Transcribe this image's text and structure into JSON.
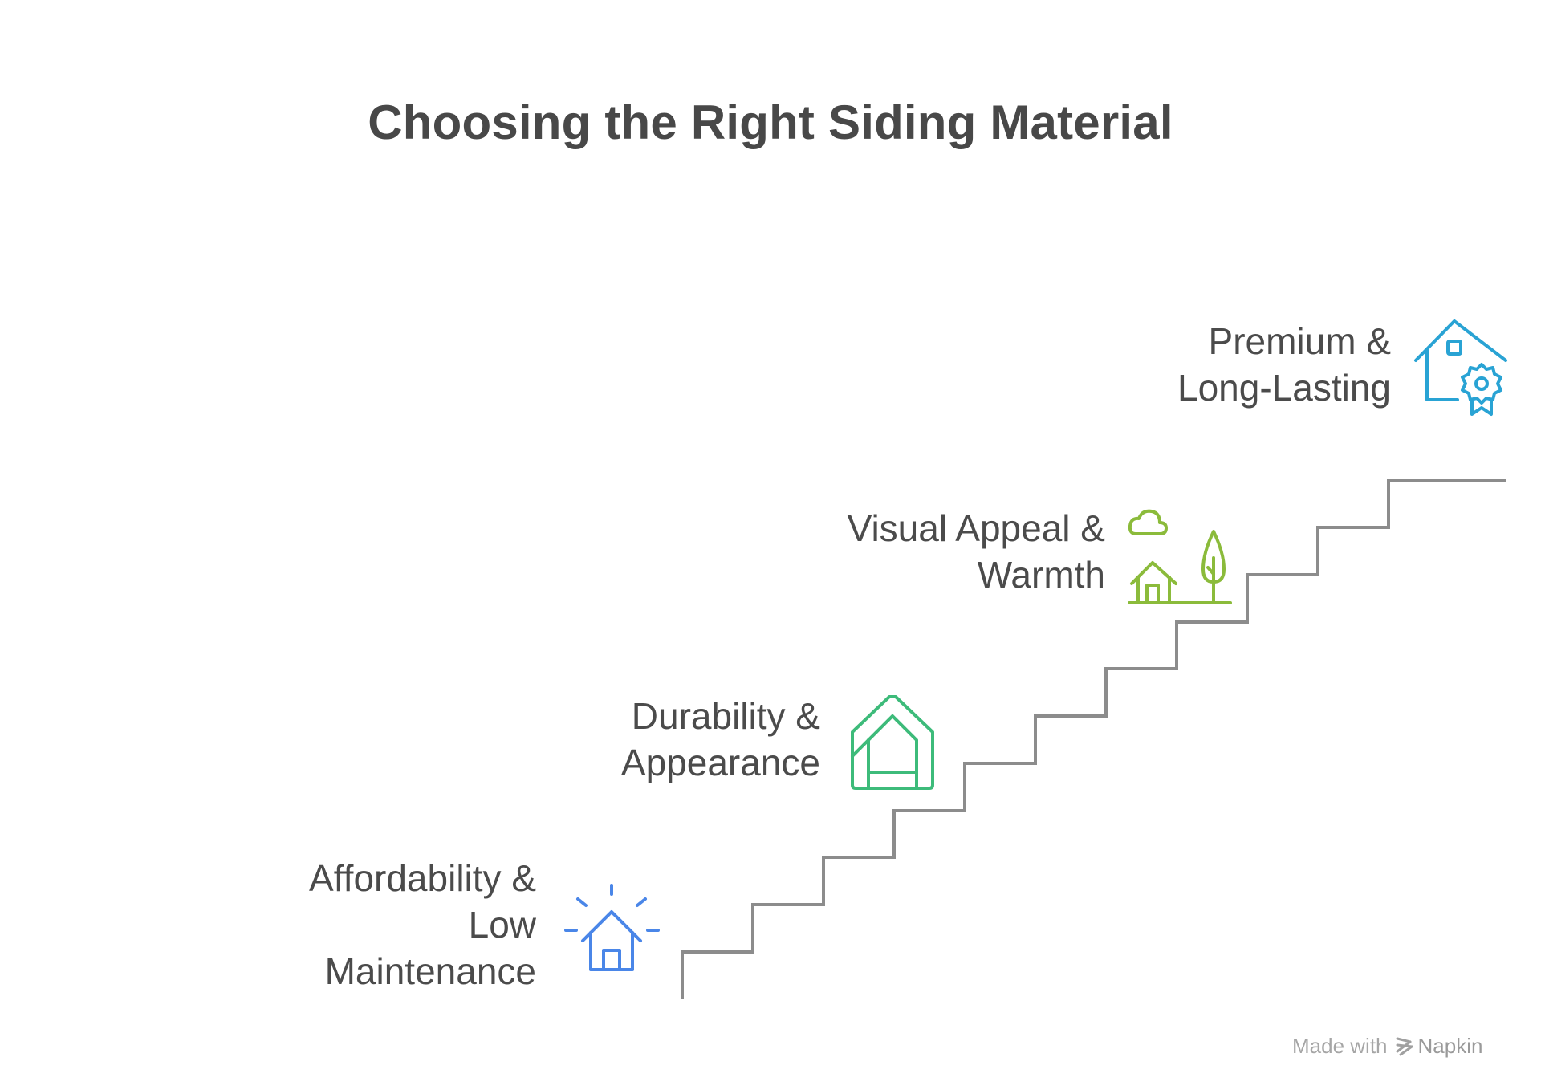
{
  "title": "Choosing the Right Siding Material",
  "steps": [
    {
      "lines": [
        "Affordability &",
        "Low",
        "Maintenance"
      ],
      "icon": "house-sun-icon",
      "color": "#4a86e8"
    },
    {
      "lines": [
        "Durability &",
        "Appearance"
      ],
      "icon": "house-frame-icon",
      "color": "#3dbb7a"
    },
    {
      "lines": [
        "Visual Appeal &",
        "Warmth"
      ],
      "icon": "house-tree-cloud-icon",
      "color": "#8bbb3b"
    },
    {
      "lines": [
        "Premium &",
        "Long-Lasting"
      ],
      "icon": "house-award-icon",
      "color": "#29a3d4"
    }
  ],
  "stair_color": "#8c8c8c",
  "footer": {
    "made_with": "Made with",
    "brand": "Napkin"
  }
}
